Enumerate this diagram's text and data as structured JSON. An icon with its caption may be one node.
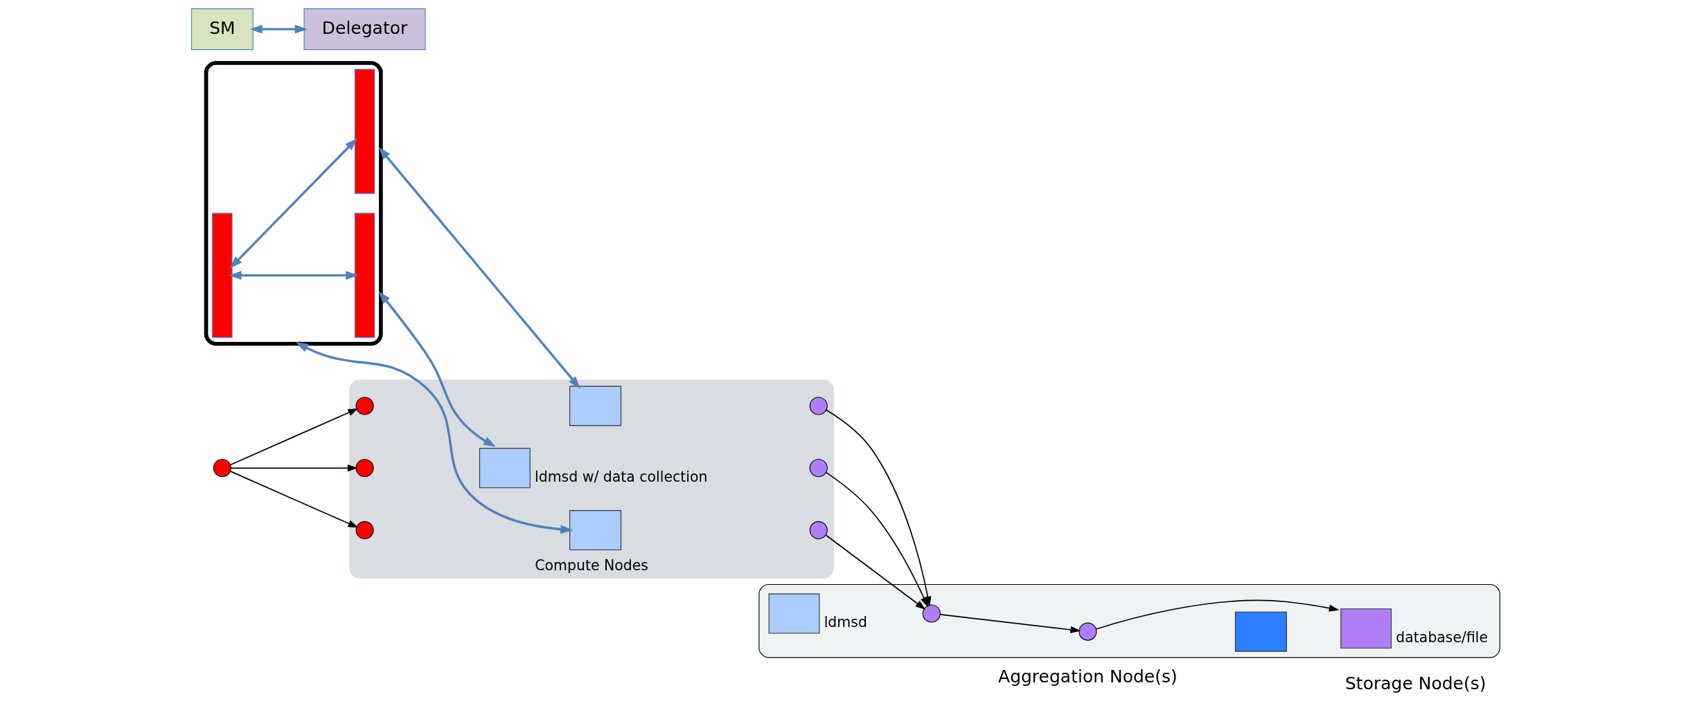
{
  "diagram": {
    "nodes": [
      {
        "text": [],
        "shape": "cloud"
      },
      {
        "text": [],
        "shape": "bar",
        "in": 0
      },
      {
        "text": [],
        "shape": "bar",
        "in": 0
      },
      {
        "text": [],
        "shape": "bar",
        "in": 0
      },
      {
        "text": [
          "SM"
        ]
      },
      {
        "text": [
          "Delegator"
        ]
      },
      {
        "text": [],
        "shape": "circle"
      },
      {
        "text": [
          "Compute Nodes"
        ]
      },
      {
        "text": [],
        "shape": "box",
        "in": 7
      },
      {
        "text": [],
        "shape": "circle",
        "in": 7
      },
      {
        "text": [],
        "shape": "circle",
        "in": 7
      },
      {
        "text": [],
        "shape": "box",
        "in": 7
      },
      {
        "text": [],
        "shape": "circle",
        "in": 7
      },
      {
        "text": [],
        "shape": "circle",
        "in": 7
      },
      {
        "text": [],
        "shape": "box",
        "in": 7,
        "beside": [
          "ldmsd w/ data collection"
        ]
      },
      {
        "text": [],
        "shape": "circle",
        "in": 7
      },
      {
        "text": [],
        "shape": "circle",
        "in": 7
      },
      {
        "text": [],
        "shape": "ellipse"
      },
      {
        "text": [],
        "shape": "box",
        "in": 17,
        "beside": [
          "ldmsd"
        ]
      },
      {
        "text": [],
        "shape": "circle",
        "in": 17
      },
      {
        "text": [],
        "shape": "box",
        "in": 17
      },
      {
        "text": [],
        "shape": "circle",
        "in": 17
      },
      {
        "text": [],
        "shape": "box",
        "in": 17,
        "beside": [
          "database/file"
        ]
      }
    ],
    "edges": [
      {
        "from": 1,
        "to": 2,
        "arrow": "both",
        "color": "#4f81bd"
      },
      {
        "from": 1,
        "to": 3,
        "arrow": "both",
        "color": "#4f81bd"
      },
      {
        "from": 4,
        "to": 5,
        "arrow": "both",
        "color": "#4f81bd"
      },
      {
        "from": 0,
        "to": 8,
        "arrow": "both",
        "color": "#4f81bd"
      },
      {
        "from": 0,
        "to": 11,
        "arrow": "both",
        "color": "#4f81bd"
      },
      {
        "from": 0,
        "to": 14,
        "arrow": "both",
        "color": "#4f81bd"
      },
      {
        "from": 6,
        "to": 9,
        "arrow": "to"
      },
      {
        "from": 6,
        "to": 12,
        "arrow": "to"
      },
      {
        "from": 6,
        "to": 15,
        "arrow": "to"
      },
      {
        "from": 10,
        "to": 19,
        "arrow": "to"
      },
      {
        "from": 13,
        "to": 19,
        "arrow": "to"
      },
      {
        "from": 16,
        "to": 19,
        "arrow": "to"
      },
      {
        "from": 19,
        "to": 21,
        "arrow": "to"
      },
      {
        "from": 21,
        "to": 22,
        "arrow": "to"
      }
    ],
    "labels": [
      "Aggregation Node(s)",
      "Storage Node(s)"
    ]
  }
}
